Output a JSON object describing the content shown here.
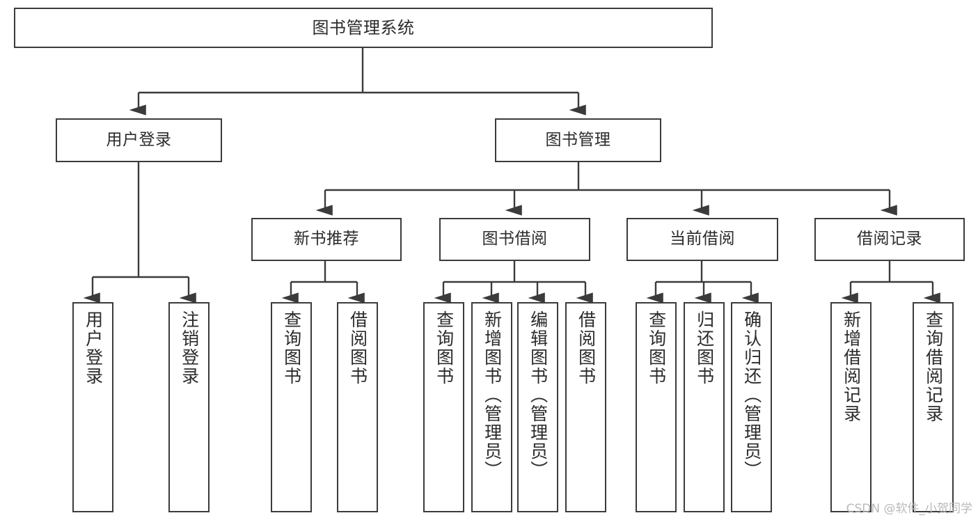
{
  "diagram": {
    "type": "tree",
    "title": "图书管理系统",
    "watermark": "CSDN @软件_小贺同学",
    "colors": {
      "background": "#ffffff",
      "node_border": "#3b3b3b",
      "node_fill": "#ffffff",
      "edge": "#3b3b3b",
      "text": "#2b2b2b",
      "watermark": "#b9b9b9"
    },
    "nodes": {
      "root": {
        "label": "图书管理系统"
      },
      "level2": [
        {
          "label": "用户登录"
        },
        {
          "label": "图书管理"
        }
      ],
      "level3": [
        {
          "label": "新书推荐"
        },
        {
          "label": "图书借阅"
        },
        {
          "label": "当前借阅"
        },
        {
          "label": "借阅记录"
        }
      ],
      "leaves": {
        "user_login": [
          {
            "label": "用户登录"
          },
          {
            "label": "注销登录"
          }
        ],
        "new_book": [
          {
            "label": "查询图书"
          },
          {
            "label": "借阅图书"
          }
        ],
        "book_borrow": [
          {
            "label": "查询图书"
          },
          {
            "label": "新增图书（管理员）"
          },
          {
            "label": "编辑图书（管理员）"
          },
          {
            "label": "借阅图书"
          }
        ],
        "current_borrow": [
          {
            "label": "查询图书"
          },
          {
            "label": "归还图书"
          },
          {
            "label": "确认归还（管理员）"
          }
        ],
        "borrow_record": [
          {
            "label": "新增借阅记录"
          },
          {
            "label": "查询借阅记录"
          }
        ]
      }
    }
  }
}
